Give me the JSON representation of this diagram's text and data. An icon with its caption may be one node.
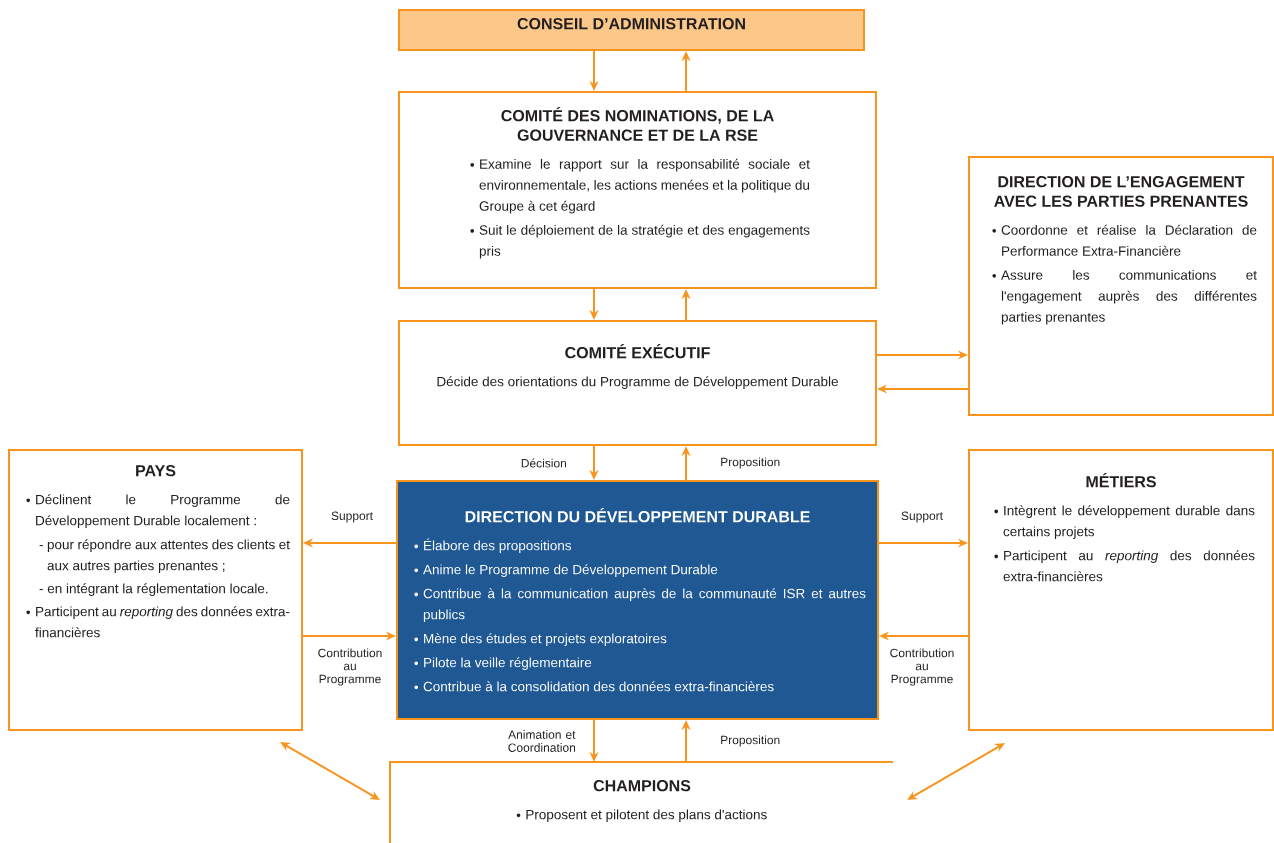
{
  "diagram": {
    "nodes": [
      {
        "text": [
          "CONSEIL D’ADMINISTRATION"
        ]
      },
      {
        "text": [
          "COMITÉ DES NOMINATIONS, DE LA GOUVERNANCE ET DE LA RSE",
          "Examine le rapport sur la responsabilité sociale et environnementale, les actions menées et la politique du Groupe à cet égard",
          "Suit le déploiement de la stratégie et des engagements pris"
        ]
      },
      {
        "text": [
          "COMITÉ EXÉCUTIF",
          "Décide des orientations du Programme de Développement Durable"
        ]
      },
      {
        "text": [
          "DIRECTION DE L’ENGAGEMENT AVEC LES PARTIES PRENANTES",
          "Coordonne et réalise la Déclaration de Performance Extra-Financière",
          "Assure les communications et l'engagement auprès des différentes parties prenantes"
        ]
      },
      {
        "text": [
          "PAYS",
          "Déclinent le Programme de Développement Durable localement :",
          "- pour répondre aux attentes des clients et aux autres parties prenantes ;",
          "- en intégrant la réglementation locale.",
          "Participent au *reporting* des données extra-financières"
        ]
      },
      {
        "text": [
          "DIRECTION DU DÉVELOPPEMENT DURABLE",
          "Élabore des propositions",
          "Anime le Programme de Développement Durable",
          "Contribue à la communication auprès de la communauté ISR et autres publics",
          "Mène des études et projets exploratoires",
          "Pilote la veille réglementaire",
          "Contribue à la consolidation des données extra-financières"
        ]
      },
      {
        "text": [
          "MÉTIERS",
          "Intègrent le développement durable dans certains projets",
          "Participent au *reporting* des données extra-financières"
        ]
      },
      {
        "text": [
          "CHAMPIONS",
          "Proposent et pilotent des plans d'actions"
        ]
      }
    ],
    "edges": [
      {
        "from": 0,
        "to": 1,
        "arrow": "to"
      },
      {
        "from": 1,
        "to": 0,
        "arrow": "to"
      },
      {
        "from": 1,
        "to": 2,
        "arrow": "to"
      },
      {
        "from": 2,
        "to": 1,
        "arrow": "to"
      },
      {
        "from": 2,
        "to": 3,
        "arrow": "to"
      },
      {
        "from": 3,
        "to": 2,
        "arrow": "to"
      },
      {
        "from": 2,
        "to": 5,
        "arrow": "to",
        "label": "Décision"
      },
      {
        "from": 5,
        "to": 2,
        "arrow": "to",
        "label": "Proposition"
      },
      {
        "from": 5,
        "to": 4,
        "arrow": "to",
        "label": "Support"
      },
      {
        "from": 4,
        "to": 5,
        "arrow": "to",
        "label": "Contribution au Programme"
      },
      {
        "from": 5,
        "to": 6,
        "arrow": "to",
        "label": "Support"
      },
      {
        "from": 6,
        "to": 5,
        "arrow": "to",
        "label": "Contribution au Programme"
      },
      {
        "from": 5,
        "to": 7,
        "arrow": "to",
        "label": "Animation et Coordination"
      },
      {
        "from": 7,
        "to": 5,
        "arrow": "to",
        "label": "Proposition"
      },
      {
        "from": 4,
        "to": 7,
        "arrow": "both"
      },
      {
        "from": 6,
        "to": 7,
        "arrow": "both"
      }
    ]
  }
}
